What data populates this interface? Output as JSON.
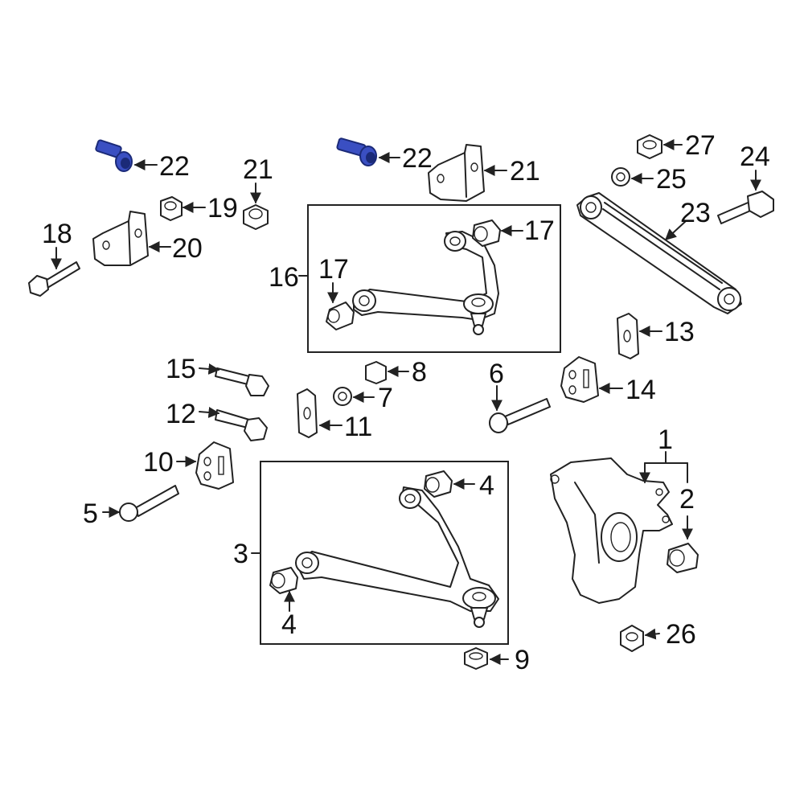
{
  "colors": {
    "background": "#ffffff",
    "line": "#222222",
    "highlight": "#3a4fc2",
    "highlight_dark": "#1b2a78"
  },
  "callouts": {
    "c1": "1",
    "c2": "2",
    "c3": "3",
    "c4a": "4",
    "c4b": "4",
    "c5": "5",
    "c6": "6",
    "c7": "7",
    "c8": "8",
    "c9": "9",
    "c10": "10",
    "c11": "11",
    "c12": "12",
    "c13": "13",
    "c14": "14",
    "c15": "15",
    "c16": "16",
    "c17a": "17",
    "c17b": "17",
    "c18": "18",
    "c19": "19",
    "c20": "20",
    "c21a": "21",
    "c21b": "21",
    "c22a": "22",
    "c22b": "22",
    "c23": "23",
    "c24": "24",
    "c25": "25",
    "c26": "26",
    "c27": "27"
  },
  "highlighted_parts": [
    "22"
  ]
}
